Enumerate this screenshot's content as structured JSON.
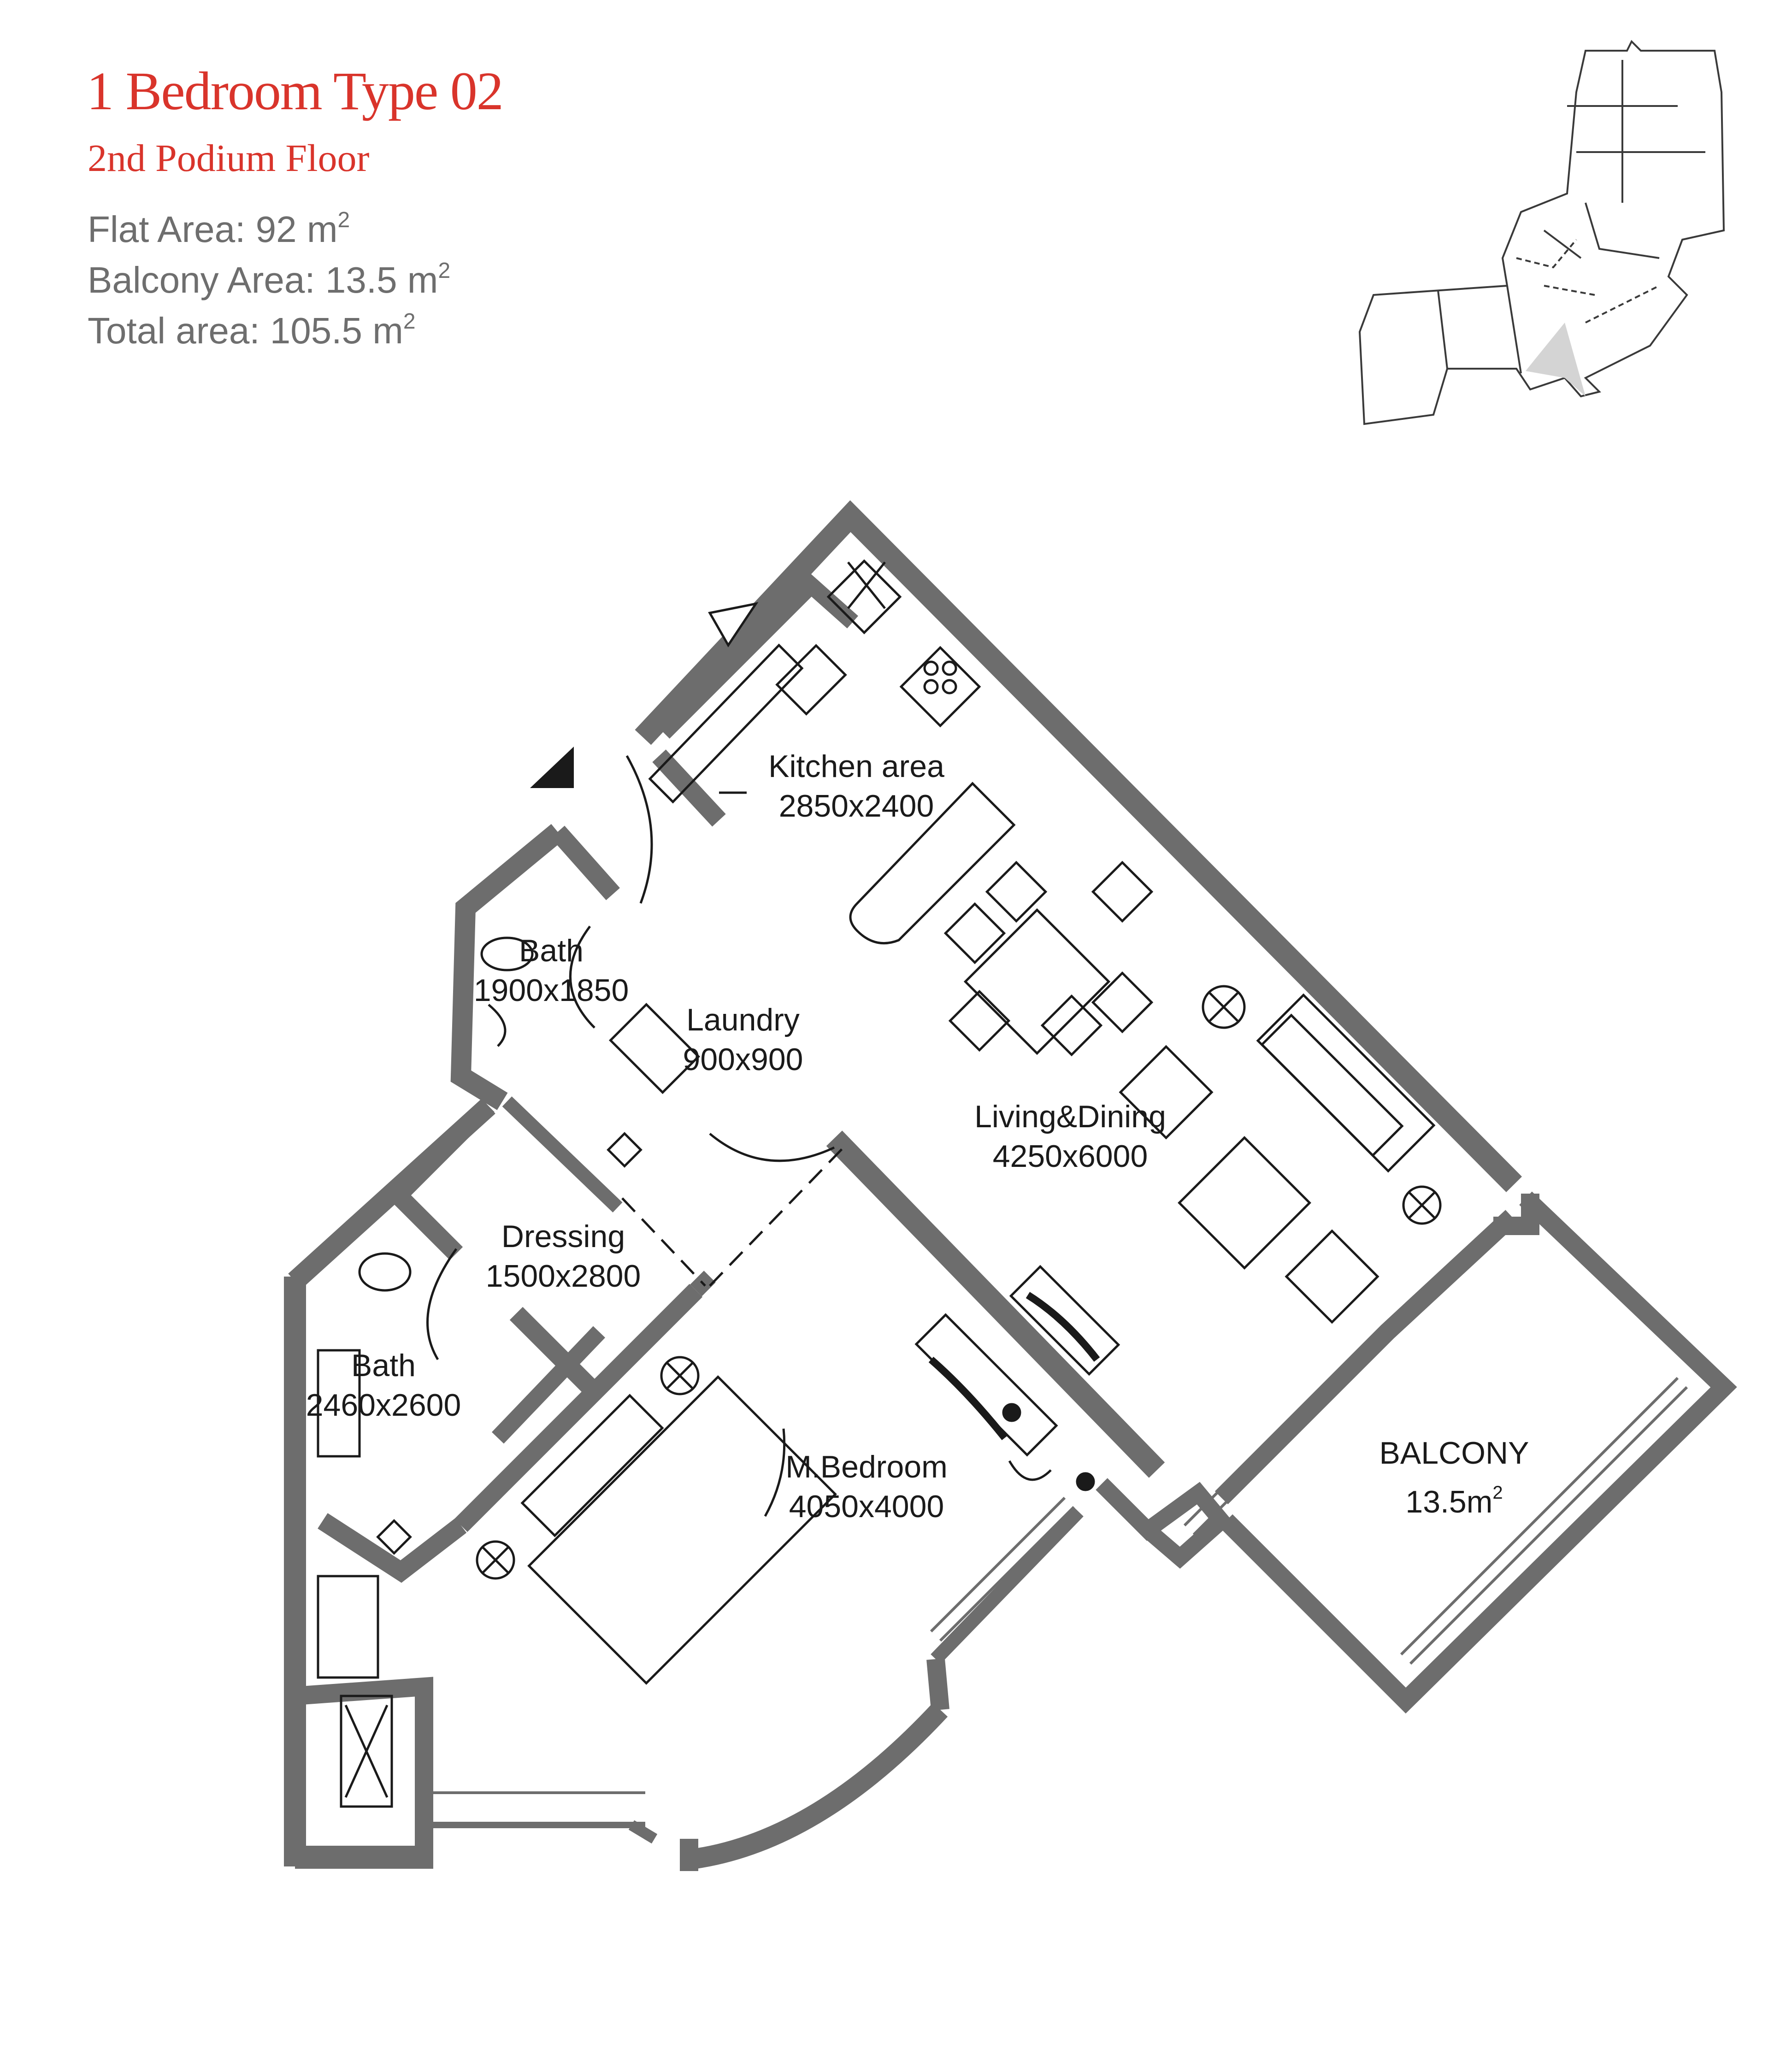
{
  "header": {
    "title": "1 Bedroom  Type 02",
    "subtitle": "2nd Podium Floor",
    "flat_area": "Flat Area: 92 m",
    "balcony_area": "Balcony Area: 13.5 m",
    "total_area": "Total area: 105.5 m",
    "area_unit_power": "2"
  },
  "rooms": {
    "kitchen": {
      "name": "Kitchen area",
      "size": "2850x2400"
    },
    "bath1": {
      "name": "Bath",
      "size": "1900x1850"
    },
    "laundry": {
      "name": "Laundry",
      "size": "900x900"
    },
    "living": {
      "name": "Living&Dining",
      "size": "4250x6000"
    },
    "dressing": {
      "name": "Dressing",
      "size": "1500x2800"
    },
    "bath2": {
      "name": "Bath",
      "size": "2460x2600"
    },
    "bedroom": {
      "name": "M.Bedroom",
      "size": "4050x4000"
    },
    "balcony": {
      "name": "BALCONY",
      "size": "13.5m",
      "power": "2"
    }
  },
  "colors": {
    "title_red": "#d9342b",
    "wall_gray": "#6d6d6d",
    "text_gray": "#6e6e6e",
    "line_dark": "#1a1a1a",
    "highlight_gray": "#d4d4d4"
  }
}
